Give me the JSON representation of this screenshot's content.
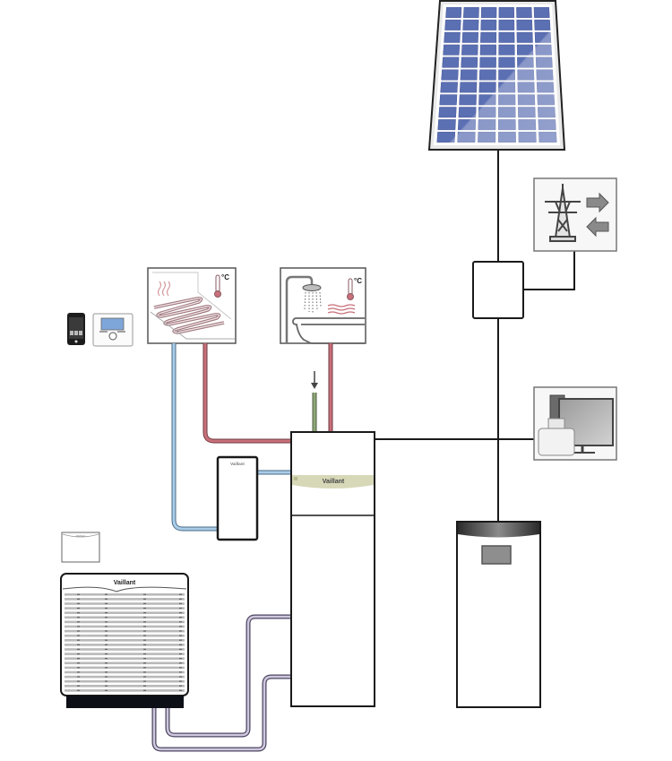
{
  "diagram": {
    "title": "Vaillant heat pump system with photovoltaics",
    "brand": "Vaillant",
    "brand_short": "Vaillant",
    "temperature_unit": "°C",
    "colors": {
      "hot_pipe": "#c9707a",
      "cold_pipe": "#a9cce8",
      "green_pipe": "#8fa678",
      "refrigerant_pipe": "#b7aec8",
      "electric_line": "#1a1a1a",
      "solar_cell": "#5b6fb3",
      "hydraulic_band": "#d7d8b8",
      "screen": "#7fa6d9"
    },
    "components": [
      {
        "id": "solar-panel",
        "label": "Photovoltaic module"
      },
      {
        "id": "grid",
        "label": "Public power grid (import/export)"
      },
      {
        "id": "inverter",
        "label": "Inverter / energy manager"
      },
      {
        "id": "home-appliances",
        "label": "Household consumers"
      },
      {
        "id": "battery-storage",
        "label": "Battery storage"
      },
      {
        "id": "underfloor-heating",
        "label": "Underfloor heating"
      },
      {
        "id": "hot-water",
        "label": "Domestic hot water"
      },
      {
        "id": "controls",
        "label": "Smartphone app and room controller"
      },
      {
        "id": "buffer-tank",
        "label": "Buffer cylinder"
      },
      {
        "id": "indoor-unit",
        "label": "Heat pump indoor unit"
      },
      {
        "id": "outdoor-unit",
        "label": "Heat pump outdoor unit"
      },
      {
        "id": "outdoor-sensor",
        "label": "Outdoor temperature sensor"
      }
    ],
    "solar_grid": {
      "columns": 6,
      "rows": 11
    }
  }
}
